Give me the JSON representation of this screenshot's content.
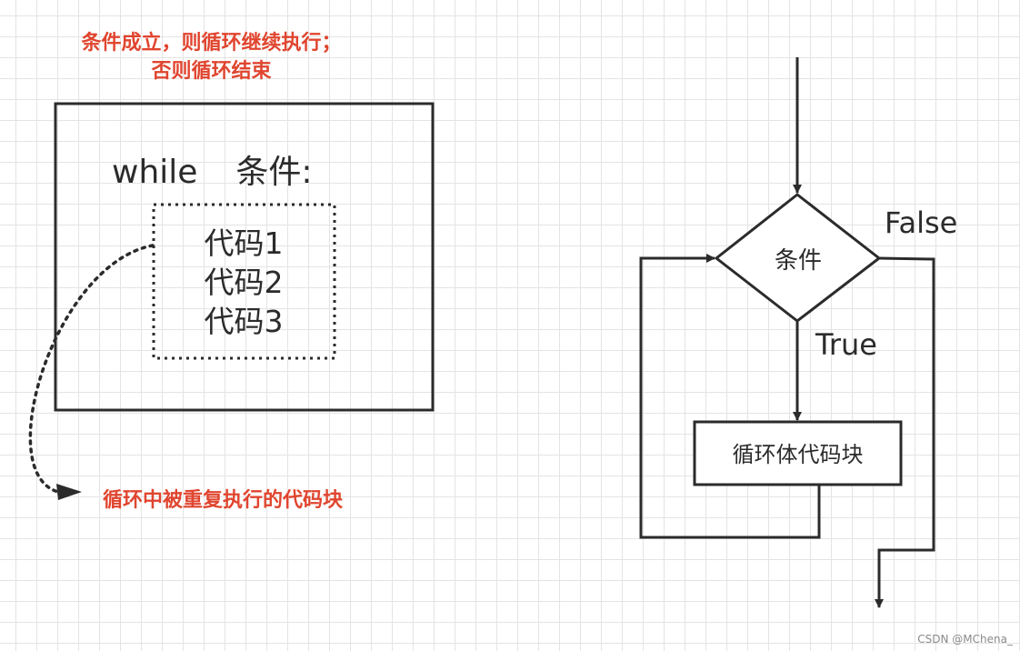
{
  "note_top": [
    "条件成立，则循环继续执行；",
    "否则循环结束"
  ],
  "while_box": {
    "keyword": "while",
    "condition": "条件:",
    "code_lines": [
      "代码1",
      "代码2",
      "代码3"
    ]
  },
  "note_bottom": "循环中被重复执行的代码块",
  "flowchart": {
    "condition": "条件",
    "true_label": "True",
    "false_label": "False",
    "body": "循环体代码块"
  },
  "watermark": "CSDN @MChena_",
  "colors": {
    "annotation": "#e0452f",
    "stroke": "#2b2b2b",
    "grid": "#e4e4e4"
  }
}
